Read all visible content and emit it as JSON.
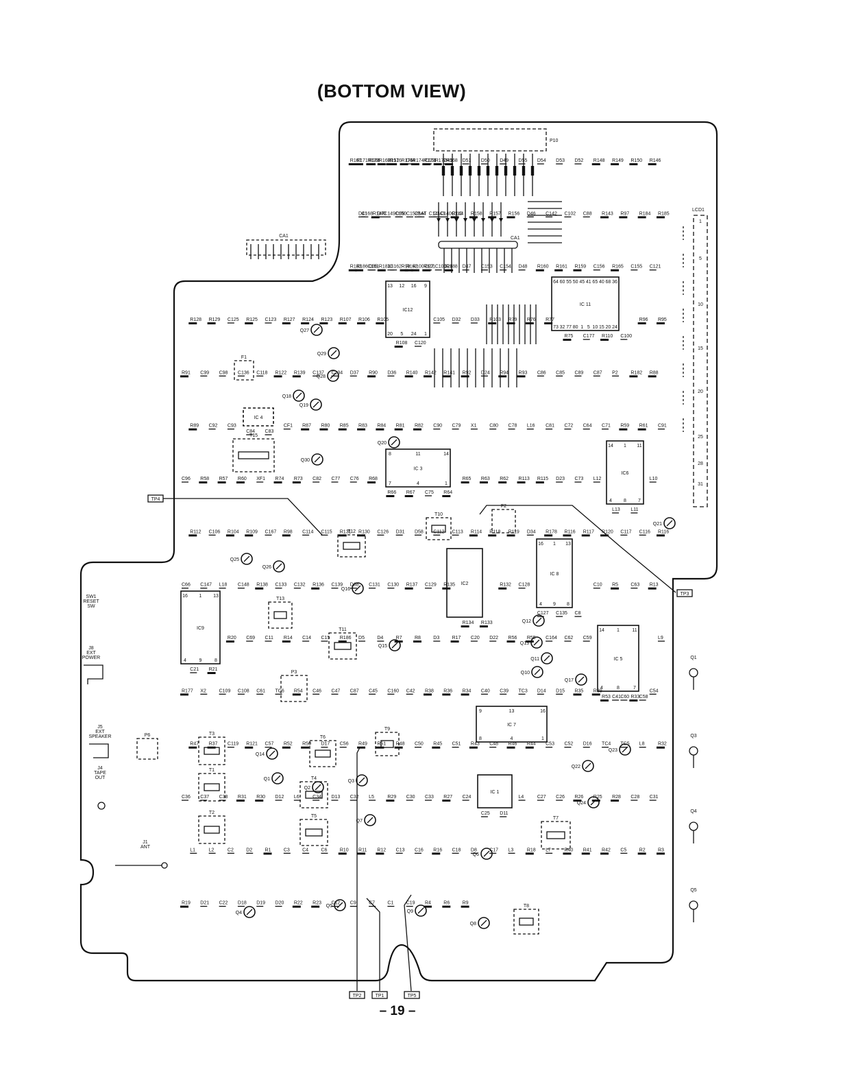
{
  "page": {
    "title": "(BOTTOM VIEW)",
    "page_number": "– 19 –"
  },
  "test_points": [
    "TP4",
    "TP3",
    "TP2",
    "TP1",
    "TP5"
  ],
  "connectors": {
    "p10": "P10",
    "ca1": "CA1",
    "lcd1": "LCD1",
    "lcd_pins": [
      "1",
      "5",
      "10",
      "15",
      "20",
      "25",
      "28",
      "31"
    ]
  },
  "ics": [
    {
      "ref": "IC12",
      "pins": [
        "13",
        "12",
        "16",
        "9",
        "20",
        "5",
        "24",
        "1"
      ]
    },
    {
      "ref": "IC11",
      "pins": [
        "64",
        "60",
        "55",
        "50",
        "45",
        "41",
        "65",
        "40",
        "68",
        "36",
        "73",
        "32",
        "77",
        "80",
        "1",
        "5",
        "10",
        "15",
        "20",
        "24"
      ]
    },
    {
      "ref": "IC3",
      "pins": [
        "8",
        "11",
        "14",
        "7",
        "4",
        "1"
      ]
    },
    {
      "ref": "IC6",
      "pins": [
        "14",
        "1",
        "11",
        "4",
        "8",
        "7"
      ]
    },
    {
      "ref": "IC2",
      "pins": []
    },
    {
      "ref": "IC8",
      "pins": [
        "16",
        "1",
        "13",
        "4",
        "9",
        "8"
      ]
    },
    {
      "ref": "IC9",
      "pins": [
        "16",
        "1",
        "13",
        "4",
        "9",
        "8"
      ]
    },
    {
      "ref": "IC5",
      "pins": [
        "14",
        "1",
        "11",
        "4",
        "8",
        "7"
      ]
    },
    {
      "ref": "IC7",
      "pins": [
        "9",
        "13",
        "16",
        "8",
        "4",
        "1"
      ]
    },
    {
      "ref": "IC1",
      "pins": []
    },
    {
      "ref": "IC4",
      "pins": []
    }
  ],
  "transformers": [
    "T15",
    "T12",
    "T10",
    "T13",
    "T11",
    "T3",
    "T1",
    "T2",
    "T4",
    "T5",
    "T6",
    "T9",
    "T7",
    "T8",
    "F1",
    "F2",
    "P3",
    "P6"
  ],
  "transistors": [
    "Q27",
    "Q29",
    "Q28",
    "Q18",
    "Q19",
    "Q20",
    "Q30",
    "Q25",
    "Q26",
    "Q16",
    "Q15",
    "Q14",
    "Q12",
    "Q13",
    "Q11",
    "Q10",
    "Q17",
    "Q21",
    "Q23",
    "Q22",
    "Q24",
    "Q1",
    "Q2",
    "Q3",
    "Q6",
    "Q7",
    "Q5",
    "Q4",
    "Q9",
    "Q8"
  ],
  "jacks": [
    {
      "ref": "SW1",
      "lines": [
        "SW1",
        "RESET",
        "SW"
      ]
    },
    {
      "ref": "J8",
      "lines": [
        "J8",
        "EXT",
        "POWER"
      ]
    },
    {
      "ref": "J5",
      "lines": [
        "J5",
        "EXT",
        "SPEAKER"
      ]
    },
    {
      "ref": "J4",
      "lines": [
        "J4",
        "TAPE",
        "OUT"
      ]
    },
    {
      "ref": "J1",
      "lines": [
        "J1",
        "ANT"
      ]
    }
  ],
  "side_transistor_labels": [
    "Q1",
    "Q3",
    "Q4",
    "Q5"
  ],
  "component_labels": [
    "R171",
    "R170",
    "R169",
    "R176",
    "R175",
    "R174",
    "R173",
    "R172",
    "R168",
    "R167",
    "R166",
    "R151",
    "D44",
    "C151",
    "D45",
    "D51",
    "D50",
    "D49",
    "D55",
    "D54",
    "D53",
    "D52",
    "R148",
    "R149",
    "R150",
    "R146",
    "C168",
    "R147",
    "C149",
    "C150",
    "C152",
    "BAT",
    "C141",
    "C140",
    "C110",
    "D41",
    "D40",
    "D39",
    "C144",
    "C143",
    "R144",
    "R158",
    "R157",
    "R156",
    "D46",
    "C142",
    "C102",
    "C88",
    "R143",
    "R97",
    "R184",
    "R185",
    "R186",
    "C161",
    "R181",
    "C162",
    "R99",
    "R100",
    "R101",
    "C104",
    "R188",
    "R183",
    "D35",
    "X3",
    "R162",
    "D27",
    "D28",
    "D47",
    "C153",
    "C154",
    "D48",
    "R160",
    "R161",
    "R159",
    "C156",
    "R165",
    "C155",
    "C121",
    "R128",
    "R129",
    "C125",
    "R125",
    "C123",
    "R127",
    "R124",
    "R123",
    "R107",
    "R106",
    "R105",
    "R108",
    "C120",
    "C105",
    "D32",
    "D33",
    "R103",
    "R79",
    "R76",
    "R77",
    "R75",
    "C177",
    "R110",
    "C100",
    "R96",
    "R95",
    "R91",
    "C99",
    "C98",
    "C136",
    "C118",
    "R122",
    "R139",
    "C137",
    "C134",
    "D37",
    "R90",
    "D36",
    "R140",
    "R142",
    "R141",
    "R92",
    "D24",
    "R94",
    "R93",
    "C86",
    "C85",
    "C89",
    "C87",
    "P2",
    "R182",
    "R88",
    "R89",
    "C92",
    "C93",
    "C84",
    "C83",
    "CF1",
    "R87",
    "R80",
    "R85",
    "R83",
    "R84",
    "R81",
    "R82",
    "C90",
    "C79",
    "X1",
    "C80",
    "C78",
    "L16",
    "C81",
    "C72",
    "C64",
    "C71",
    "R59",
    "R61",
    "C91",
    "C96",
    "R58",
    "R57",
    "R60",
    "XF1",
    "R74",
    "R73",
    "C82",
    "C77",
    "C76",
    "R68",
    "R66",
    "R67",
    "C75",
    "R64",
    "R65",
    "R63",
    "R62",
    "R113",
    "R115",
    "D23",
    "C73",
    "L12",
    "L13",
    "L11",
    "L10",
    "R112",
    "C106",
    "R104",
    "R109",
    "C167",
    "R98",
    "C114",
    "C115",
    "R131",
    "R130",
    "C126",
    "D31",
    "D58",
    "C112",
    "C113",
    "R114",
    "R118",
    "R119",
    "D34",
    "R178",
    "R116",
    "R117",
    "R120",
    "C117",
    "C116",
    "R116",
    "C66",
    "C147",
    "L18",
    "C148",
    "R138",
    "C133",
    "C132",
    "R136",
    "C139",
    "D38",
    "C131",
    "C130",
    "R137",
    "C129",
    "R135",
    "R134",
    "R133",
    "R132",
    "C128",
    "C127",
    "C135",
    "C8",
    "C10",
    "R5",
    "C63",
    "R13",
    "C21",
    "R21",
    "R20",
    "C69",
    "C11",
    "R14",
    "C14",
    "C15",
    "R186",
    "D5",
    "D4",
    "R7",
    "R8",
    "D3",
    "R17",
    "C20",
    "D22",
    "R56",
    "R55",
    "C164",
    "C62",
    "C59",
    "R53",
    "C60",
    "C58",
    "L9",
    "R177",
    "X2",
    "C109",
    "C108",
    "C61",
    "TC6",
    "R54",
    "C46",
    "C47",
    "C87",
    "C45",
    "C160",
    "C42",
    "R38",
    "R36",
    "R34",
    "C40",
    "C39",
    "TC3",
    "D14",
    "D15",
    "R35",
    "R39",
    "C41",
    "R33",
    "C54",
    "R47",
    "R37",
    "C119",
    "R121",
    "C57",
    "R52",
    "R50",
    "D17",
    "C56",
    "R49",
    "R51",
    "R48",
    "C50",
    "R45",
    "C51",
    "R43",
    "C48",
    "R46",
    "R44",
    "C53",
    "C52",
    "D16",
    "TC4",
    "TC5",
    "L8",
    "R32",
    "C36",
    "C37",
    "C38",
    "R31",
    "R30",
    "D12",
    "L6",
    "C34",
    "D13",
    "C32",
    "L5",
    "R29",
    "C30",
    "C33",
    "R27",
    "C24",
    "C25",
    "D11",
    "L4",
    "C27",
    "C26",
    "R26",
    "R25",
    "R28",
    "C28",
    "C31",
    "L1",
    "L2",
    "C2",
    "D2",
    "R1",
    "C3",
    "C4",
    "C6",
    "R10",
    "R11",
    "R12",
    "C13",
    "C16",
    "R16",
    "C18",
    "D8",
    "C17",
    "L3",
    "R18",
    "L7",
    "R40",
    "R41",
    "R42",
    "C5",
    "R2",
    "R3",
    "R19",
    "D21",
    "C22",
    "D18",
    "D19",
    "D20",
    "R22",
    "R23",
    "C12",
    "C9",
    "C7",
    "C1",
    "C19",
    "R4",
    "R6",
    "R9"
  ]
}
